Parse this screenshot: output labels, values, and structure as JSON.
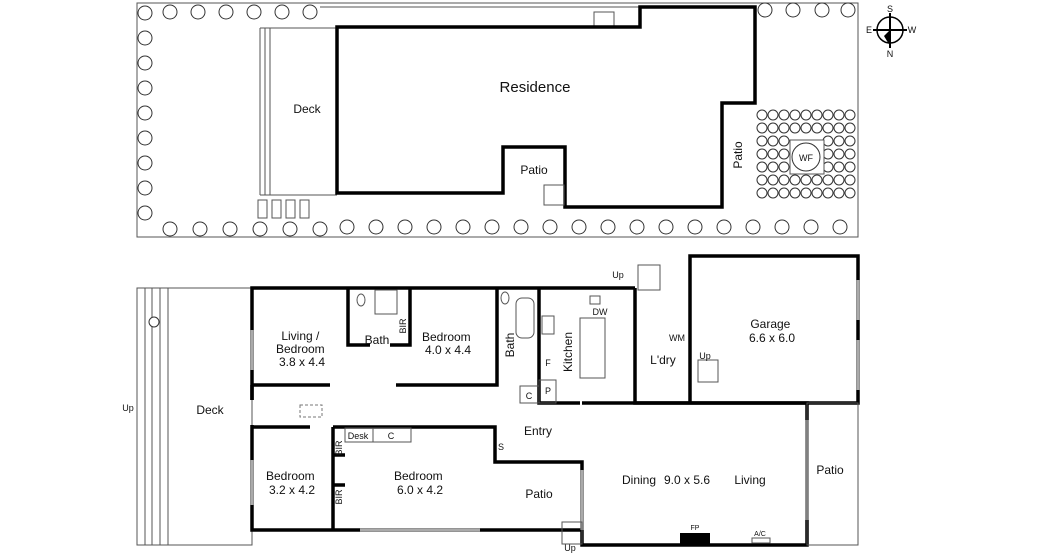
{
  "site_plan": {
    "residence": "Residence",
    "deck": "Deck",
    "patio_inner": "Patio",
    "patio_side": "Patio",
    "water_feature": "WF"
  },
  "compass": {
    "n": "N",
    "s": "S",
    "e": "E",
    "w": "W"
  },
  "floor_plan": {
    "living_bedroom": [
      "Living /",
      "Bedroom",
      "3.8 x 4.4"
    ],
    "bath1": "Bath",
    "bir1": "BIR",
    "bedroom1": [
      "Bedroom",
      "4.0 x 4.4"
    ],
    "bath2": "Bath",
    "kitchen": "Kitchen",
    "fridge": "F",
    "cupboard": "C",
    "pantry": "P",
    "dishwasher": "DW",
    "laundry": "L'dry",
    "washing_machine": "WM",
    "garage": [
      "Garage",
      "6.6 x 6.0"
    ],
    "up_garage": "Up",
    "up_laundry": "Up",
    "deck": "Deck",
    "up_deck": "Up",
    "entry": "Entry",
    "desk": "Desk",
    "desk_cupboard": "C",
    "bir2": "BIR",
    "bir3": "BIR",
    "storage": "S",
    "bedroom2": [
      "Bedroom",
      "3.2 x 4.2"
    ],
    "bedroom3": [
      "Bedroom",
      "6.0 x 4.2"
    ],
    "patio_entry": "Patio",
    "up_patio": "Up",
    "dining": "Dining",
    "dining_living_size": "9.0 x 5.6",
    "living": "Living",
    "patio_right": "Patio",
    "fireplace": "FP",
    "aircon": "A/C"
  }
}
